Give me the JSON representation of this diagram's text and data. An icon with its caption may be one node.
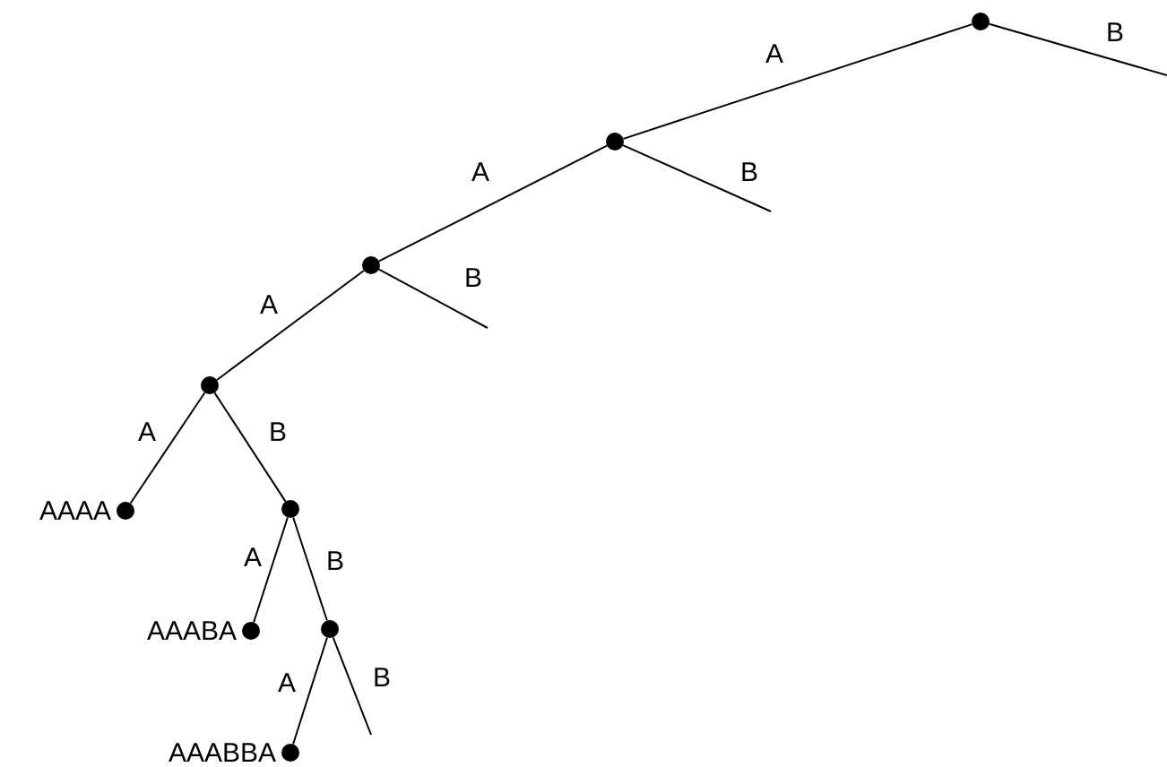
{
  "diagram": {
    "nodes": [
      {
        "text": [],
        "shape": "circle"
      },
      {
        "text": [],
        "shape": "circle"
      },
      {
        "text": [],
        "shape": "circle"
      },
      {
        "text": [],
        "shape": "circle"
      },
      {
        "text": [],
        "shape": "circle",
        "beside": [
          "AAAA"
        ]
      },
      {
        "text": [],
        "shape": "circle"
      },
      {
        "text": [],
        "shape": "circle",
        "beside": [
          "AAABA"
        ]
      },
      {
        "text": [],
        "shape": "circle"
      },
      {
        "text": [],
        "shape": "circle",
        "beside": [
          "AAABBA"
        ]
      }
    ],
    "edges": [
      {
        "from": 0,
        "to": 1,
        "arrow": "none",
        "label": "A"
      },
      {
        "from": 0,
        "to": null,
        "arrow": "none",
        "label": "B"
      },
      {
        "from": 1,
        "to": 2,
        "arrow": "none",
        "label": "A"
      },
      {
        "from": 1,
        "to": null,
        "arrow": "none",
        "label": "B"
      },
      {
        "from": 2,
        "to": 3,
        "arrow": "none",
        "label": "A"
      },
      {
        "from": 2,
        "to": null,
        "arrow": "none",
        "label": "B"
      },
      {
        "from": 3,
        "to": 4,
        "arrow": "none",
        "label": "A"
      },
      {
        "from": 3,
        "to": 5,
        "arrow": "none",
        "label": "B"
      },
      {
        "from": 5,
        "to": 6,
        "arrow": "none",
        "label": "A"
      },
      {
        "from": 5,
        "to": 7,
        "arrow": "none",
        "label": "B"
      },
      {
        "from": 7,
        "to": 8,
        "arrow": "none",
        "label": "A"
      },
      {
        "from": 7,
        "to": null,
        "arrow": "none",
        "label": "B"
      }
    ]
  }
}
